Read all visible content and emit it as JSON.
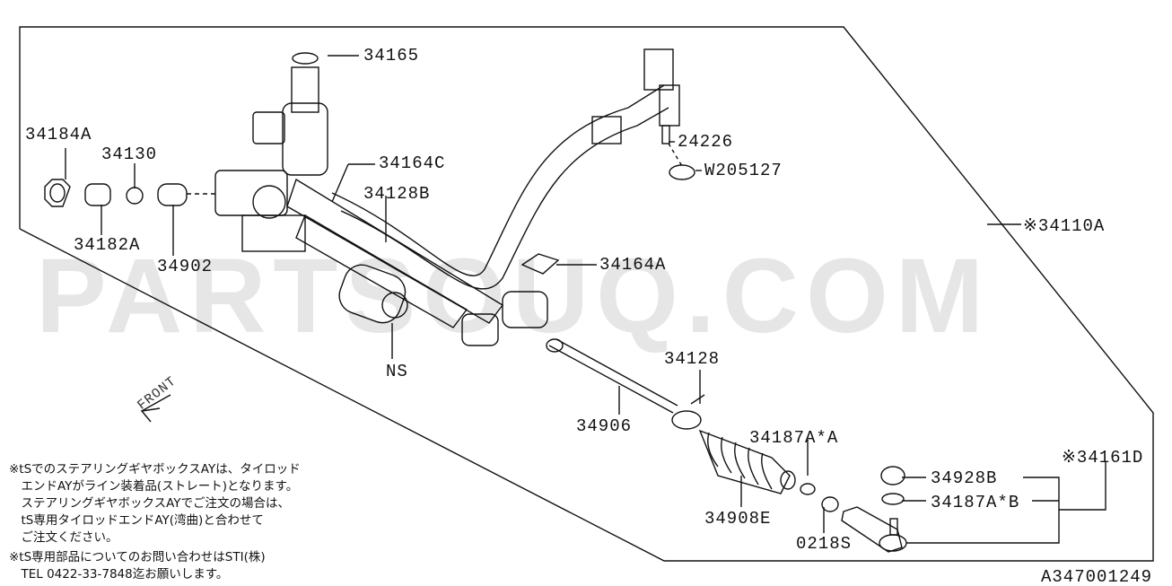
{
  "watermark": "PARTSOUQ.COM",
  "diagram_code": "A347001249",
  "direction_label": "FRONT",
  "parts": {
    "p34165": "34165",
    "p34184A": "34184A",
    "p34130": "34130",
    "p34164C": "34164C",
    "p34128B": "34128B",
    "p24226": "24226",
    "pW205127": "W205127",
    "p34110A": "※34110A",
    "p34182A": "34182A",
    "p34902": "34902",
    "p34164A": "34164A",
    "pNS": "NS",
    "p34128": "34128",
    "p34906": "34906",
    "p34187AA": "34187A*A",
    "p34161D": "※34161D",
    "p34928B": "34928B",
    "p34187AB": "34187A*B",
    "p34908E": "34908E",
    "p0218S": "0218S"
  },
  "notes": [
    "※tSでのステアリングギヤボックスAYは、タイロッド",
    "　エンドAYがライン装着品(ストレート)となります。",
    "　ステアリングギヤボックスAYでご注文の場合は、",
    "　tS専用タイロッドエンドAY(湾曲)と合わせて",
    "　ご注文ください。",
    "※tS専用部品についてのお問い合わせはSTI(株)",
    "　TEL 0422-33-7848迄お願いします。"
  ]
}
